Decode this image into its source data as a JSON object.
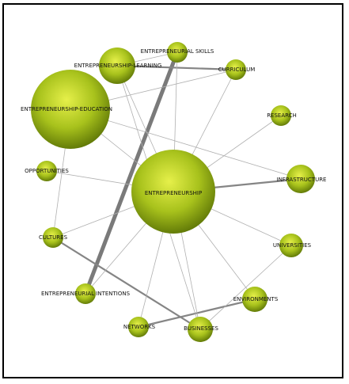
{
  "colors": {
    "node_light": "#e6f04a",
    "node_mid": "#a8c21c",
    "node_dark": "#5c7406",
    "edge": "#8a8a8a",
    "frame": "#000000",
    "label": "#111111"
  },
  "nodes": [
    {
      "id": "entrepreneurship",
      "label": "ENTREPRENEURSHIP"
    },
    {
      "id": "entrepreneurship-education",
      "label": "ENTREPRENEURSHIP-EDUCATION"
    },
    {
      "id": "entrepreneurship-learning",
      "label": "ENTREPRENEURSHIP-LEARNING"
    },
    {
      "id": "entrepreneurial-skills",
      "label": "ENTREPRENEURIAL SKILLS"
    },
    {
      "id": "curriculum",
      "label": "CURRICULUM"
    },
    {
      "id": "research",
      "label": "RESEARCH"
    },
    {
      "id": "infrastructure",
      "label": "INFRASTRUCTURE"
    },
    {
      "id": "opportunities",
      "label": "OPPORTUNITIES"
    },
    {
      "id": "cultures",
      "label": "CULTURES"
    },
    {
      "id": "universities",
      "label": "UNIVERSITIES"
    },
    {
      "id": "entrepreneurial-intentions",
      "label": "ENTREPRENEURIAL INTENTIONS"
    },
    {
      "id": "environments",
      "label": "ENVIRONMENTS"
    },
    {
      "id": "networks",
      "label": "NETWORKS"
    },
    {
      "id": "businesses",
      "label": "BUSINESSES"
    }
  ],
  "edges": [
    {
      "source": "entrepreneurial-skills",
      "target": "entrepreneurial-intentions",
      "strength": "strong"
    },
    {
      "source": "cultures",
      "target": "businesses",
      "strength": "medium"
    },
    {
      "source": "networks",
      "target": "environments",
      "strength": "medium"
    },
    {
      "source": "entrepreneurship",
      "target": "infrastructure",
      "strength": "medium"
    },
    {
      "source": "entrepreneurship-learning",
      "target": "curriculum",
      "strength": "medium"
    },
    {
      "source": "entrepreneurship-education",
      "target": "infrastructure",
      "strength": "light"
    },
    {
      "source": "entrepreneurship-education",
      "target": "cultures",
      "strength": "light"
    },
    {
      "source": "entrepreneurship-education",
      "target": "entrepreneurship",
      "strength": "light"
    },
    {
      "source": "entrepreneurship-education",
      "target": "curriculum",
      "strength": "light"
    },
    {
      "source": "entrepreneurship-learning",
      "target": "entrepreneurship",
      "strength": "light"
    },
    {
      "source": "entrepreneurship-learning",
      "target": "businesses",
      "strength": "light"
    },
    {
      "source": "entrepreneurial-skills",
      "target": "entrepreneurship",
      "strength": "light"
    },
    {
      "source": "curriculum",
      "target": "entrepreneurship",
      "strength": "light"
    },
    {
      "source": "research",
      "target": "entrepreneurship",
      "strength": "light"
    },
    {
      "source": "opportunities",
      "target": "entrepreneurship",
      "strength": "light"
    },
    {
      "source": "cultures",
      "target": "entrepreneurship",
      "strength": "light"
    },
    {
      "source": "universities",
      "target": "entrepreneurship",
      "strength": "light"
    },
    {
      "source": "universities",
      "target": "businesses",
      "strength": "light"
    },
    {
      "source": "entrepreneurial-intentions",
      "target": "entrepreneurship",
      "strength": "light"
    },
    {
      "source": "environments",
      "target": "entrepreneurship",
      "strength": "light"
    },
    {
      "source": "networks",
      "target": "entrepreneurship",
      "strength": "light"
    },
    {
      "source": "businesses",
      "target": "entrepreneurship",
      "strength": "light"
    },
    {
      "source": "entrepreneurship-learning",
      "target": "entrepreneurial-skills",
      "strength": "light"
    }
  ]
}
